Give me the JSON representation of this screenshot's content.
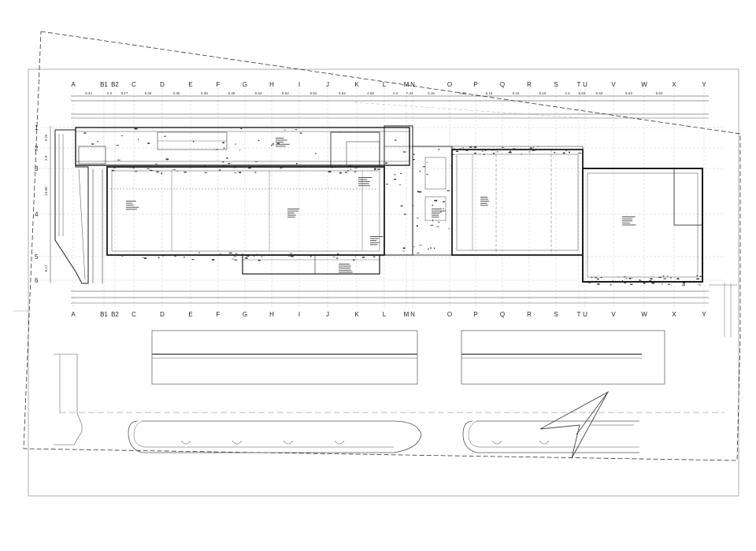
{
  "grid": {
    "columns": [
      "A",
      "B1",
      "B2",
      "C",
      "D",
      "E",
      "F",
      "G",
      "H",
      "I",
      "J",
      "K",
      "L",
      "M",
      "N",
      "O",
      "P",
      "Q",
      "R",
      "S",
      "T",
      "U",
      "V",
      "W",
      "X",
      "Y"
    ],
    "rows": [
      "1",
      "2",
      "3",
      "4",
      "5",
      "6"
    ]
  },
  "dimensions_top": [
    "6.44",
    "2.0",
    "5.17",
    "5.36",
    "5.36",
    "5.36",
    "5.36",
    "5.52",
    "5.52",
    "5.52",
    "5.52",
    "4.58",
    "2.0",
    "7.44",
    "5.16",
    "5.16",
    "5.16",
    "5.16",
    "5.16",
    "2.4",
    "5.63",
    "5.63",
    "5.63",
    "5.63"
  ],
  "dimensions_side": [
    "3.25",
    "2.8",
    "13.00",
    "8.17"
  ],
  "colors": {
    "line": "#1a1a1a",
    "light": "#888888",
    "grid": "#bbbbbb"
  },
  "icons": [
    "north-arrow-icon"
  ]
}
